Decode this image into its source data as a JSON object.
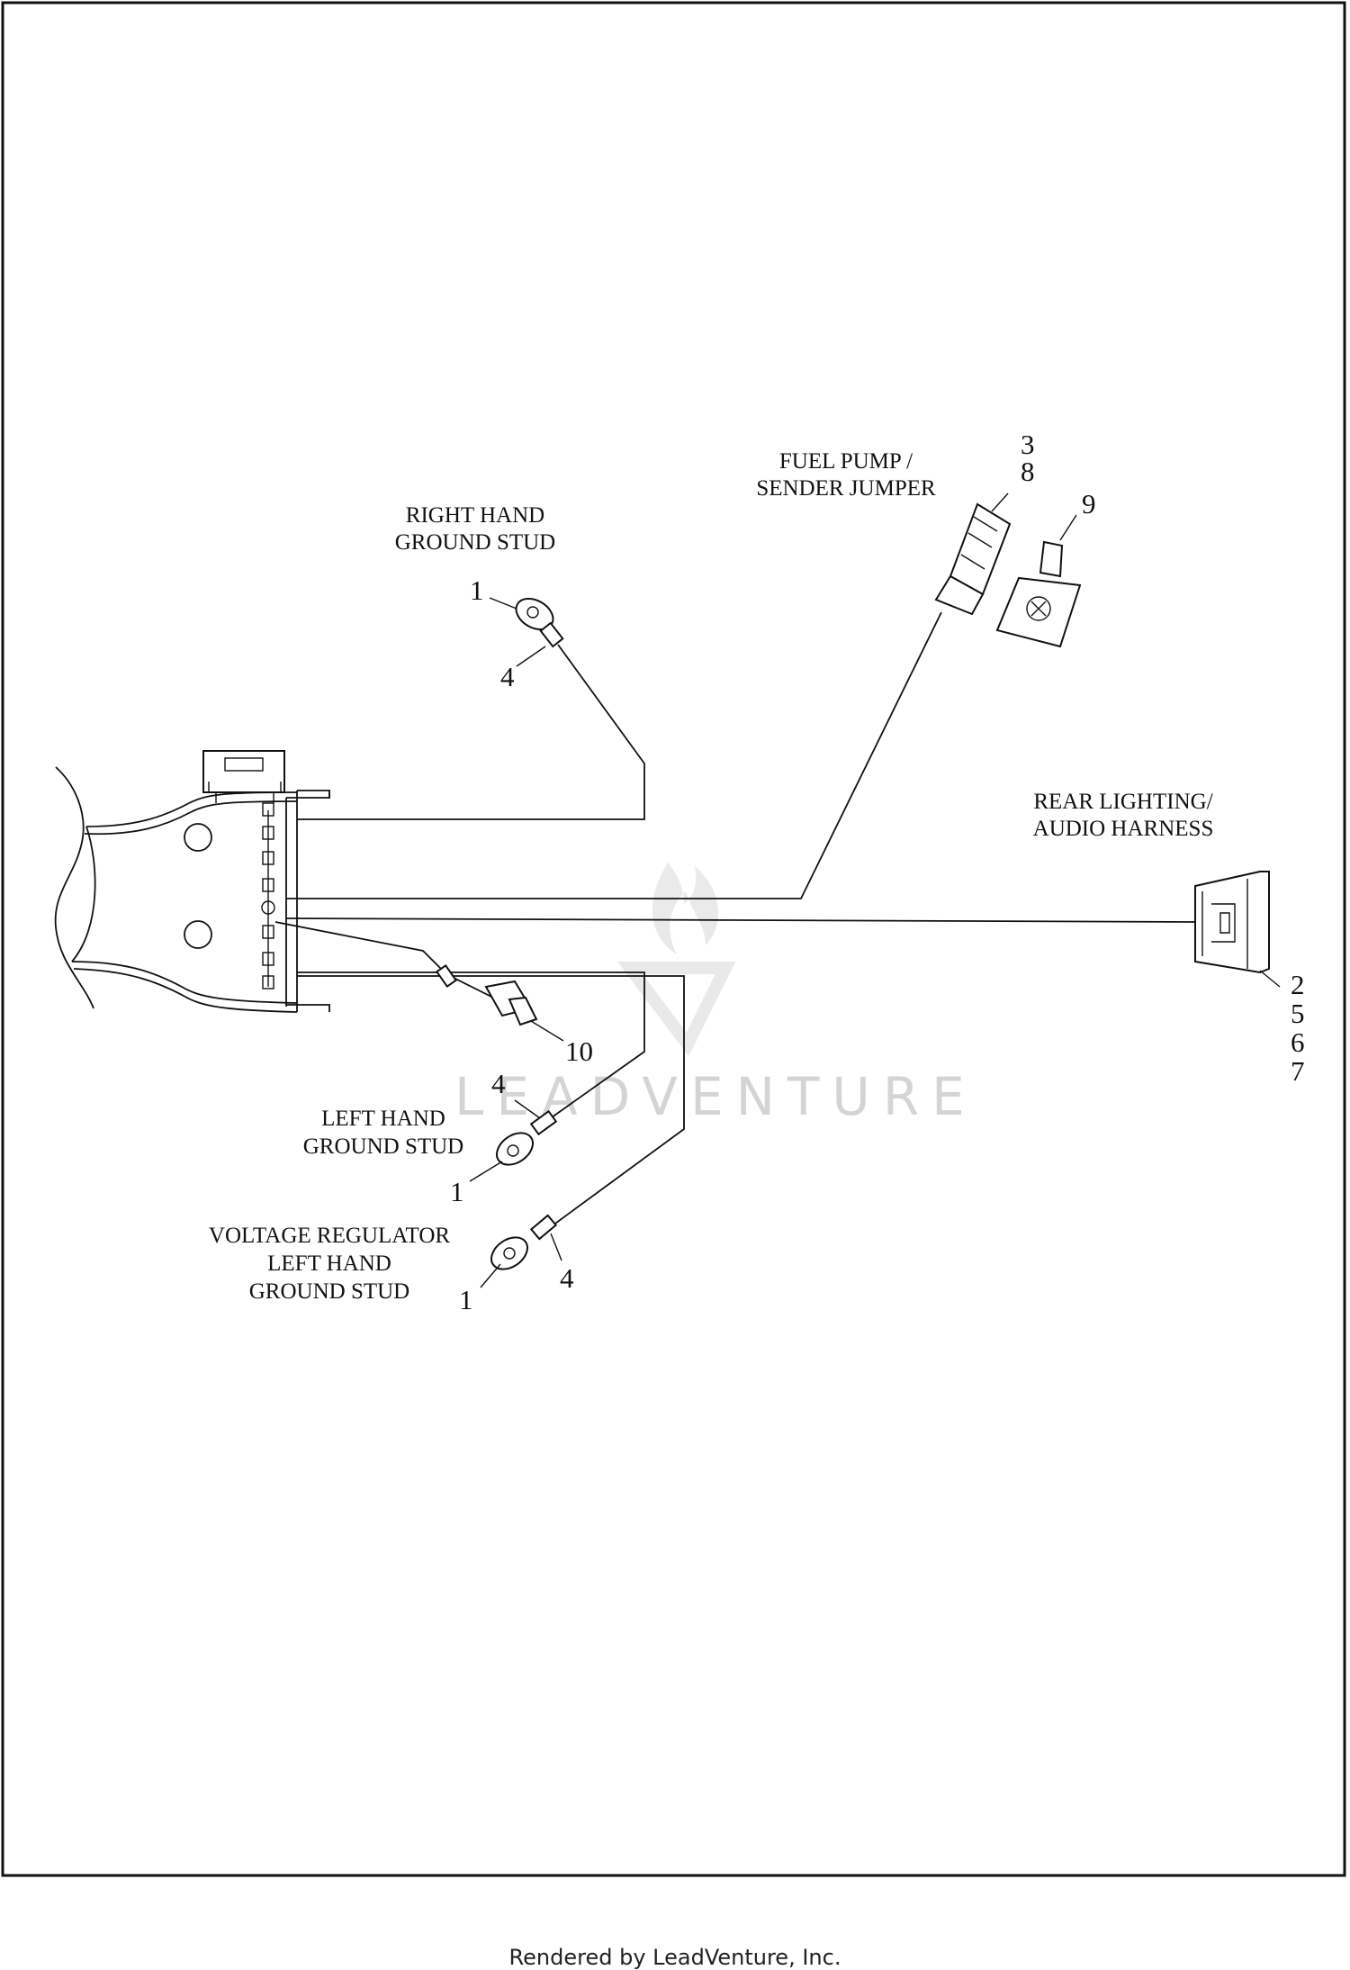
{
  "labels": {
    "right_hand_ground_stud_l1": "RIGHT HAND",
    "right_hand_ground_stud_l2": "GROUND STUD",
    "fuel_pump_l1": "FUEL PUMP /",
    "fuel_pump_l2": "SENDER JUMPER",
    "rear_lighting_l1": "REAR LIGHTING/",
    "rear_lighting_l2": "AUDIO HARNESS",
    "left_hand_ground_stud_l1": "LEFT HAND",
    "left_hand_ground_stud_l2": "GROUND STUD",
    "voltage_regulator_l1": "VOLTAGE REGULATOR",
    "voltage_regulator_l2": "LEFT HAND",
    "voltage_regulator_l3": "GROUND STUD"
  },
  "callouts": {
    "rh_stud": "1",
    "rh_terminal": "4",
    "fuel_a": "3",
    "fuel_b": "8",
    "fuel_cap": "9",
    "rear_a": "2",
    "rear_b": "5",
    "rear_c": "6",
    "rear_d": "7",
    "connector": "10",
    "lh_terminal": "4",
    "lh_stud": "1",
    "vr_stud": "1",
    "vr_terminal": "4"
  },
  "watermark": "LEADVENTURE",
  "footer": "Rendered by LeadVenture, Inc."
}
